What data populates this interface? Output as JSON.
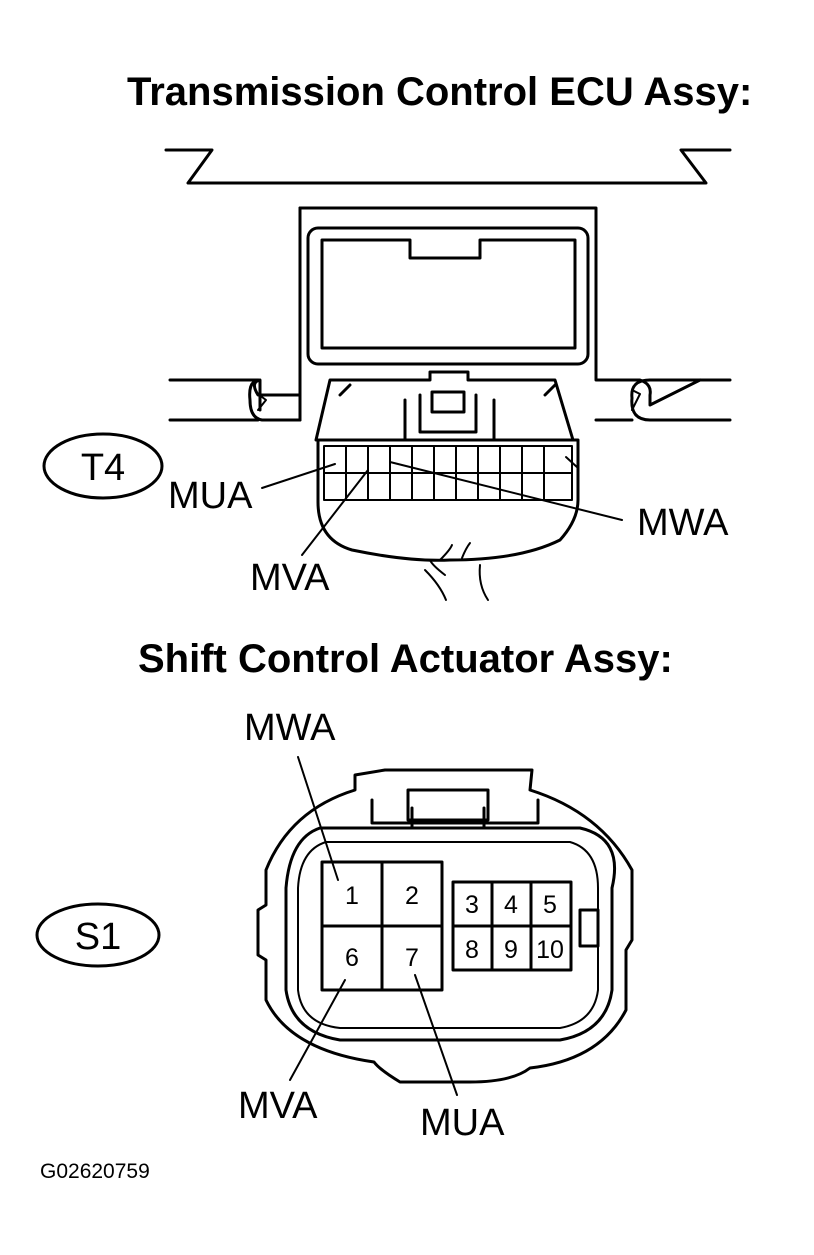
{
  "ecu": {
    "title": "Transmission Control ECU Assy:",
    "connector_id": "T4",
    "labels": {
      "mua": "MUA",
      "mva": "MVA",
      "mwa": "MWA"
    }
  },
  "actuator": {
    "title": "Shift Control Actuator Assy:",
    "connector_id": "S1",
    "labels": {
      "mwa": "MWA",
      "mva": "MVA",
      "mua": "MUA"
    },
    "pins": [
      "1",
      "2",
      "3",
      "4",
      "5",
      "6",
      "7",
      "8",
      "9",
      "10"
    ]
  },
  "figure_code": "G02620759"
}
